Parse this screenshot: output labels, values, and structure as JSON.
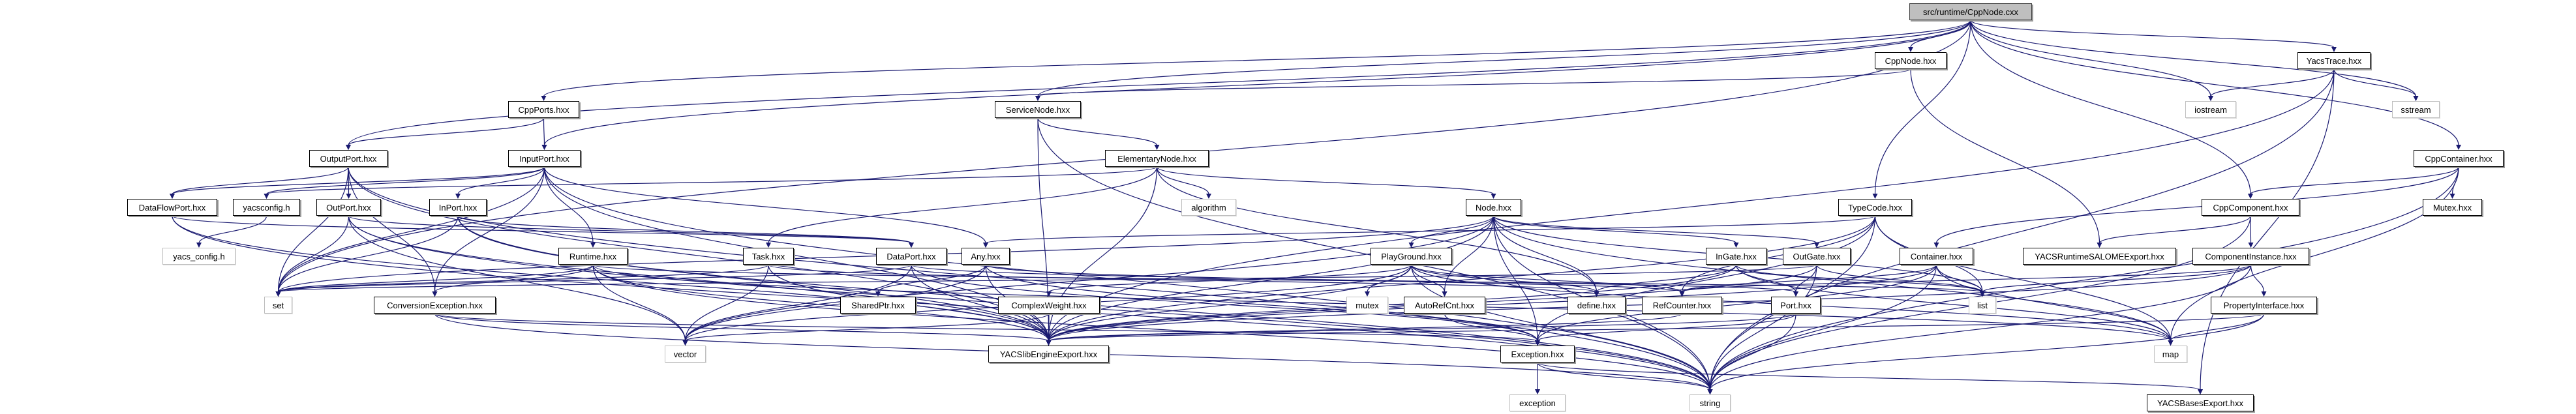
{
  "edge_color": "#191970",
  "nodes": [
    {
      "id": "root",
      "label": "src/runtime/CppNode.cxx",
      "kind": "root"
    },
    {
      "id": "CppNode",
      "label": "CppNode.hxx",
      "kind": "project"
    },
    {
      "id": "YacsTrace",
      "label": "YacsTrace.hxx",
      "kind": "project"
    },
    {
      "id": "CppPorts",
      "label": "CppPorts.hxx",
      "kind": "project"
    },
    {
      "id": "ServiceNode",
      "label": "ServiceNode.hxx",
      "kind": "project"
    },
    {
      "id": "iostream",
      "label": "iostream",
      "kind": "system"
    },
    {
      "id": "sstream",
      "label": "sstream",
      "kind": "system"
    },
    {
      "id": "OutputPort",
      "label": "OutputPort.hxx",
      "kind": "project"
    },
    {
      "id": "InputPort",
      "label": "InputPort.hxx",
      "kind": "project"
    },
    {
      "id": "ElementaryNode",
      "label": "ElementaryNode.hxx",
      "kind": "project"
    },
    {
      "id": "CppContainer",
      "label": "CppContainer.hxx",
      "kind": "project"
    },
    {
      "id": "DataFlowPort",
      "label": "DataFlowPort.hxx",
      "kind": "project"
    },
    {
      "id": "yacsconfig",
      "label": "yacsconfig.h",
      "kind": "project"
    },
    {
      "id": "OutPort",
      "label": "OutPort.hxx",
      "kind": "project"
    },
    {
      "id": "InPort",
      "label": "InPort.hxx",
      "kind": "project"
    },
    {
      "id": "algorithm",
      "label": "algorithm",
      "kind": "system"
    },
    {
      "id": "Node",
      "label": "Node.hxx",
      "kind": "project"
    },
    {
      "id": "TypeCode",
      "label": "TypeCode.hxx",
      "kind": "project"
    },
    {
      "id": "CppComponent",
      "label": "CppComponent.hxx",
      "kind": "project"
    },
    {
      "id": "Mutex",
      "label": "Mutex.hxx",
      "kind": "project"
    },
    {
      "id": "yacs_config",
      "label": "yacs_config.h",
      "kind": "system"
    },
    {
      "id": "Runtime",
      "label": "Runtime.hxx",
      "kind": "project"
    },
    {
      "id": "Task",
      "label": "Task.hxx",
      "kind": "project"
    },
    {
      "id": "DataPort",
      "label": "DataPort.hxx",
      "kind": "project"
    },
    {
      "id": "Any",
      "label": "Any.hxx",
      "kind": "project"
    },
    {
      "id": "PlayGround",
      "label": "PlayGround.hxx",
      "kind": "project"
    },
    {
      "id": "InGate",
      "label": "InGate.hxx",
      "kind": "project"
    },
    {
      "id": "OutGate",
      "label": "OutGate.hxx",
      "kind": "project"
    },
    {
      "id": "Container",
      "label": "Container.hxx",
      "kind": "project"
    },
    {
      "id": "YACSRuntimeSALOMEExport",
      "label": "YACSRuntimeSALOMEExport.hxx",
      "kind": "project"
    },
    {
      "id": "ComponentInstance",
      "label": "ComponentInstance.hxx",
      "kind": "project"
    },
    {
      "id": "set",
      "label": "set",
      "kind": "system"
    },
    {
      "id": "ConversionException",
      "label": "ConversionException.hxx",
      "kind": "project"
    },
    {
      "id": "SharedPtr",
      "label": "SharedPtr.hxx",
      "kind": "project"
    },
    {
      "id": "ComplexWeight",
      "label": "ComplexWeight.hxx",
      "kind": "project"
    },
    {
      "id": "mutex",
      "label": "mutex",
      "kind": "system"
    },
    {
      "id": "AutoRefCnt",
      "label": "AutoRefCnt.hxx",
      "kind": "project"
    },
    {
      "id": "define",
      "label": "define.hxx",
      "kind": "project"
    },
    {
      "id": "RefCounter",
      "label": "RefCounter.hxx",
      "kind": "project"
    },
    {
      "id": "Port",
      "label": "Port.hxx",
      "kind": "project"
    },
    {
      "id": "list",
      "label": "list",
      "kind": "system"
    },
    {
      "id": "PropertyInterface",
      "label": "PropertyInterface.hxx",
      "kind": "project"
    },
    {
      "id": "vector",
      "label": "vector",
      "kind": "system"
    },
    {
      "id": "YACSlibEngineExport",
      "label": "YACSlibEngineExport.hxx",
      "kind": "project"
    },
    {
      "id": "Exception",
      "label": "Exception.hxx",
      "kind": "project"
    },
    {
      "id": "map",
      "label": "map",
      "kind": "system"
    },
    {
      "id": "exception",
      "label": "exception",
      "kind": "system"
    },
    {
      "id": "string",
      "label": "string",
      "kind": "system"
    },
    {
      "id": "YACSBasesExport",
      "label": "YACSBasesExport.hxx",
      "kind": "project"
    }
  ],
  "edges": [
    [
      "root",
      "CppNode"
    ],
    [
      "root",
      "YacsTrace"
    ],
    [
      "root",
      "iostream"
    ],
    [
      "root",
      "sstream"
    ],
    [
      "root",
      "CppContainer"
    ],
    [
      "root",
      "CppComponent"
    ],
    [
      "root",
      "TypeCode"
    ],
    [
      "root",
      "CppPorts"
    ],
    [
      "root",
      "ServiceNode"
    ],
    [
      "root",
      "InputPort"
    ],
    [
      "root",
      "OutputPort"
    ],
    [
      "root",
      "set"
    ],
    [
      "CppNode",
      "ServiceNode"
    ],
    [
      "CppNode",
      "YACSRuntimeSALOMEExport"
    ],
    [
      "YacsTrace",
      "iostream"
    ],
    [
      "YacsTrace",
      "sstream"
    ],
    [
      "YacsTrace",
      "string"
    ],
    [
      "YacsTrace",
      "YACSBasesExport"
    ],
    [
      "YacsTrace",
      "YACSlibEngineExport"
    ],
    [
      "CppPorts",
      "OutputPort"
    ],
    [
      "CppPorts",
      "InputPort"
    ],
    [
      "ServiceNode",
      "ElementaryNode"
    ],
    [
      "ServiceNode",
      "YACSlibEngineExport"
    ],
    [
      "ServiceNode",
      "string"
    ],
    [
      "OutputPort",
      "DataFlowPort"
    ],
    [
      "OutputPort",
      "OutPort"
    ],
    [
      "OutputPort",
      "set"
    ],
    [
      "OutputPort",
      "string"
    ],
    [
      "OutputPort",
      "ConversionException"
    ],
    [
      "OutputPort",
      "YACSlibEngineExport"
    ],
    [
      "InputPort",
      "DataFlowPort"
    ],
    [
      "InputPort",
      "yacsconfig"
    ],
    [
      "InputPort",
      "InPort"
    ],
    [
      "InputPort",
      "Runtime"
    ],
    [
      "InputPort",
      "ConversionException"
    ],
    [
      "InputPort",
      "string"
    ],
    [
      "InputPort",
      "YACSlibEngineExport"
    ],
    [
      "InputPort",
      "Any"
    ],
    [
      "InputPort",
      "set"
    ],
    [
      "ElementaryNode",
      "Node"
    ],
    [
      "ElementaryNode",
      "algorithm"
    ],
    [
      "ElementaryNode",
      "Task"
    ],
    [
      "ElementaryNode",
      "YACSlibEngineExport"
    ],
    [
      "ElementaryNode",
      "define"
    ],
    [
      "ElementaryNode",
      "yacsconfig"
    ],
    [
      "yacsconfig",
      "yacs_config"
    ],
    [
      "DataFlowPort",
      "DataPort"
    ],
    [
      "DataFlowPort",
      "YACSlibEngineExport"
    ],
    [
      "DataFlowPort",
      "string"
    ],
    [
      "OutPort",
      "DataPort"
    ],
    [
      "OutPort",
      "set"
    ],
    [
      "OutPort",
      "vector"
    ],
    [
      "OutPort",
      "YACSlibEngineExport"
    ],
    [
      "OutPort",
      "string"
    ],
    [
      "InPort",
      "DataPort"
    ],
    [
      "InPort",
      "set"
    ],
    [
      "InPort",
      "YACSlibEngineExport"
    ],
    [
      "InPort",
      "string"
    ],
    [
      "Node",
      "PlayGround"
    ],
    [
      "Node",
      "InGate"
    ],
    [
      "Node",
      "OutGate"
    ],
    [
      "Node",
      "define"
    ],
    [
      "Node",
      "Exception"
    ],
    [
      "Node",
      "YACSlibEngineExport"
    ],
    [
      "Node",
      "set"
    ],
    [
      "Node",
      "list"
    ],
    [
      "Node",
      "string"
    ],
    [
      "Node",
      "map"
    ],
    [
      "Node",
      "vector"
    ],
    [
      "Node",
      "AutoRefCnt"
    ],
    [
      "TypeCode",
      "Any"
    ],
    [
      "TypeCode",
      "RefCounter"
    ],
    [
      "TypeCode",
      "YACSlibEngineExport"
    ],
    [
      "TypeCode",
      "Exception"
    ],
    [
      "TypeCode",
      "string"
    ],
    [
      "TypeCode",
      "list"
    ],
    [
      "TypeCode",
      "map"
    ],
    [
      "CppContainer",
      "CppComponent"
    ],
    [
      "CppContainer",
      "Container"
    ],
    [
      "CppContainer",
      "Mutex"
    ],
    [
      "CppContainer",
      "map"
    ],
    [
      "CppContainer",
      "string"
    ],
    [
      "CppComponent",
      "ComponentInstance"
    ],
    [
      "CppComponent",
      "YACSRuntimeSALOMEExport"
    ],
    [
      "CppComponent",
      "string"
    ],
    [
      "Runtime",
      "set"
    ],
    [
      "Runtime",
      "ConversionException"
    ],
    [
      "Runtime",
      "vector"
    ],
    [
      "Runtime",
      "YACSlibEngineExport"
    ],
    [
      "Runtime",
      "string"
    ],
    [
      "Runtime",
      "list"
    ],
    [
      "Runtime",
      "map"
    ],
    [
      "Task",
      "set"
    ],
    [
      "Task",
      "vector"
    ],
    [
      "Task",
      "YACSlibEngineExport"
    ],
    [
      "Task",
      "define"
    ],
    [
      "DataPort",
      "Port"
    ],
    [
      "DataPort",
      "Exception"
    ],
    [
      "DataPort",
      "vector"
    ],
    [
      "DataPort",
      "YACSlibEngineExport"
    ],
    [
      "DataPort",
      "set"
    ],
    [
      "Any",
      "SharedPtr"
    ],
    [
      "Any",
      "RefCounter"
    ],
    [
      "Any",
      "Exception"
    ],
    [
      "Any",
      "YACSlibEngineExport"
    ],
    [
      "Any",
      "vector"
    ],
    [
      "PlayGround",
      "mutex"
    ],
    [
      "PlayGround",
      "AutoRefCnt"
    ],
    [
      "PlayGround",
      "ComplexWeight"
    ],
    [
      "PlayGround",
      "define"
    ],
    [
      "PlayGround",
      "RefCounter"
    ],
    [
      "PlayGround",
      "YACSlibEngineExport"
    ],
    [
      "PlayGround",
      "vector"
    ],
    [
      "PlayGround",
      "map"
    ],
    [
      "PlayGround",
      "string"
    ],
    [
      "InGate",
      "Port"
    ],
    [
      "InGate",
      "list"
    ],
    [
      "InGate",
      "map"
    ],
    [
      "InGate",
      "YACSlibEngineExport"
    ],
    [
      "InGate",
      "define"
    ],
    [
      "OutGate",
      "Port"
    ],
    [
      "OutGate",
      "list"
    ],
    [
      "OutGate",
      "set"
    ],
    [
      "OutGate",
      "YACSlibEngineExport"
    ],
    [
      "OutGate",
      "string"
    ],
    [
      "Container",
      "RefCounter"
    ],
    [
      "Container",
      "list"
    ],
    [
      "Container",
      "map"
    ],
    [
      "Container",
      "YACSlibEngineExport"
    ],
    [
      "Container",
      "Exception"
    ],
    [
      "Container",
      "string"
    ],
    [
      "ComponentInstance",
      "RefCounter"
    ],
    [
      "ComponentInstance",
      "list"
    ],
    [
      "ComponentInstance",
      "PropertyInterface"
    ],
    [
      "ComponentInstance",
      "YACSlibEngineExport"
    ],
    [
      "ComponentInstance",
      "string"
    ],
    [
      "ConversionException",
      "Exception"
    ],
    [
      "ConversionException",
      "YACSlibEngineExport"
    ],
    [
      "ConversionException",
      "string"
    ],
    [
      "ComplexWeight",
      "YACSlibEngineExport"
    ],
    [
      "ComplexWeight",
      "vector"
    ],
    [
      "AutoRefCnt",
      "Exception"
    ],
    [
      "RefCounter",
      "YACSlibEngineExport"
    ],
    [
      "Port",
      "Exception"
    ],
    [
      "Port",
      "string"
    ],
    [
      "Port",
      "YACSlibEngineExport"
    ],
    [
      "PropertyInterface",
      "map"
    ],
    [
      "PropertyInterface",
      "string"
    ],
    [
      "PropertyInterface",
      "YACSlibEngineExport"
    ],
    [
      "Exception",
      "exception"
    ],
    [
      "Exception",
      "string"
    ],
    [
      "Exception",
      "YACSBasesExport"
    ]
  ]
}
